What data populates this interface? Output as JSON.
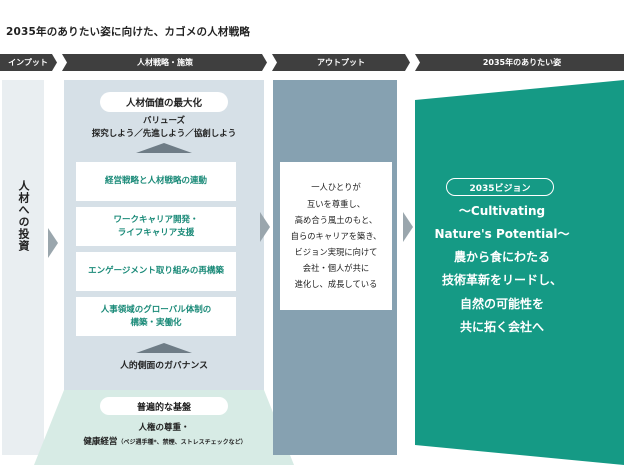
{
  "title": "2035年のありたい姿に向けた、カゴメの人材戦略",
  "headers": {
    "input": "インプット",
    "strategy": "人材戦略・施策",
    "output": "アウトプット",
    "vision": "2035年のありたい姿"
  },
  "input_label": "人材への投資",
  "strategy": {
    "value_pill": "人材価値の最大化",
    "values_line1": "バリューズ",
    "values_line2": "探究しよう／先進しよう／協創しよう",
    "items": [
      "経営戦略と人材戦略の連動",
      "ワークキャリア開発・\nライフキャリア支援",
      "エンゲージメント取り組みの再構築",
      "人事領域のグローバル体制の\n構築・実働化"
    ],
    "governance": "人的側面のガバナンス"
  },
  "foundation": {
    "pill": "普遍的な基盤",
    "line1": "人権の尊重・",
    "line2_main": "健康経営",
    "line2_small": "（ベジ週手種*、禁煙、ストレスチェックなど）"
  },
  "output_text": "一人ひとりが\n互いを尊重し、\n高め合う風土のもと、\n自らのキャリアを築き、\nビジョン実現に向けて\n会社・個人が共に\n進化し、成長している",
  "vision": {
    "pill": "2035ビジョン",
    "text": "〜Cultivating\nNature's Potential〜\n農から食にわたる\n技術革新をリードし、\n自然の可能性を\n共に拓く会社へ"
  },
  "colors": {
    "teal": "#159a85",
    "green_text": "#1a8a78",
    "header_bg": "#3f3f3f",
    "strategy_bg": "#d6e0e7",
    "output_bg": "#86a1b1",
    "foundation_bg": "#d7ebe5"
  }
}
